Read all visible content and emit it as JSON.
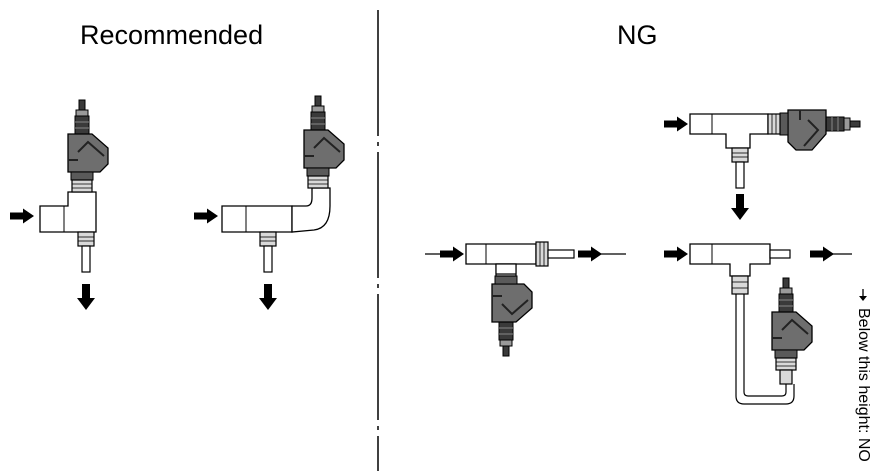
{
  "headings": {
    "recommended": "Recommended",
    "ng": "NG"
  },
  "height_note": "Below this height: NO",
  "components": {
    "flow_arrow_icon": "flow-arrow-icon",
    "tee_fitting_icon": "tee-fitting-icon",
    "sensor_body_icon": "sensor-body-icon",
    "elbow_fitting_icon": "elbow-fitting-icon",
    "u_tube_icon": "u-tube-icon"
  },
  "colors": {
    "line": "#000000",
    "pipe_fill": "#ffffff",
    "sensor_body": "#6e6e6e",
    "sensor_dark": "#3a3a3a",
    "fitting": "#d9d9d9"
  }
}
